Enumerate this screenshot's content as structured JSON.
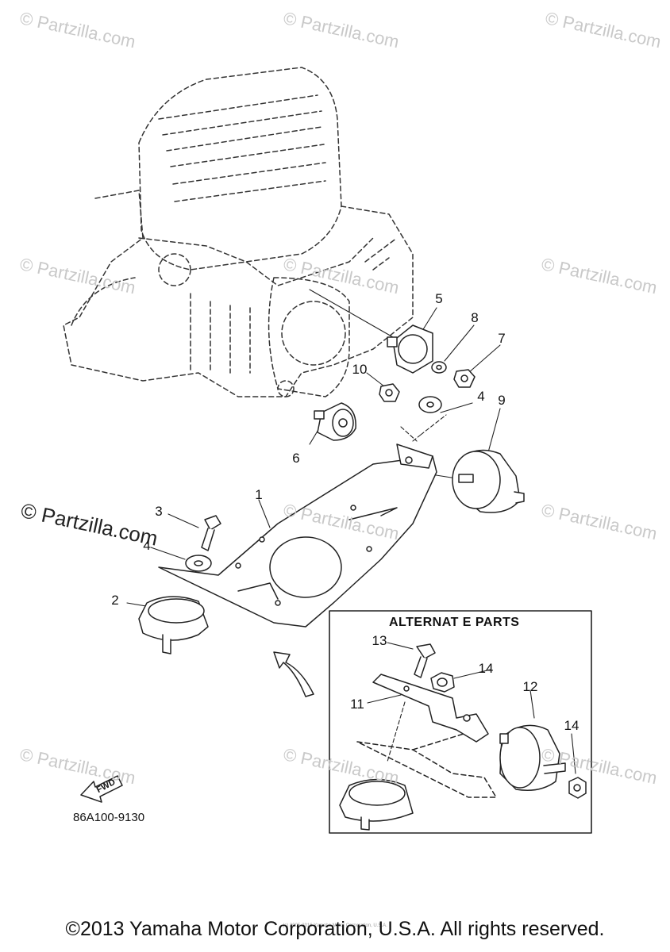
{
  "watermark": "© Partzilla.com",
  "watermark_large": "© Partzilla.com",
  "callouts": {
    "c1": "1",
    "c2": "2",
    "c3": "3",
    "c4a": "4",
    "c4b": "4",
    "c5": "5",
    "c6": "6",
    "c7": "7",
    "c8": "8",
    "c9": "9",
    "c10": "10",
    "c11": "11",
    "c12": "12",
    "c13": "13",
    "c14a": "14",
    "c14b": "14"
  },
  "alternate_title": "ALTERNAT E PARTS",
  "fwd_label": "FWD",
  "diagram_code": "86A100-9130",
  "copyright": "©2013 Yamaha Motor Corporation, U.S.A. All rights reserved.",
  "copyright_small": "(c) 2005-2016 Yamaha Motor Corporation, U.S.A."
}
